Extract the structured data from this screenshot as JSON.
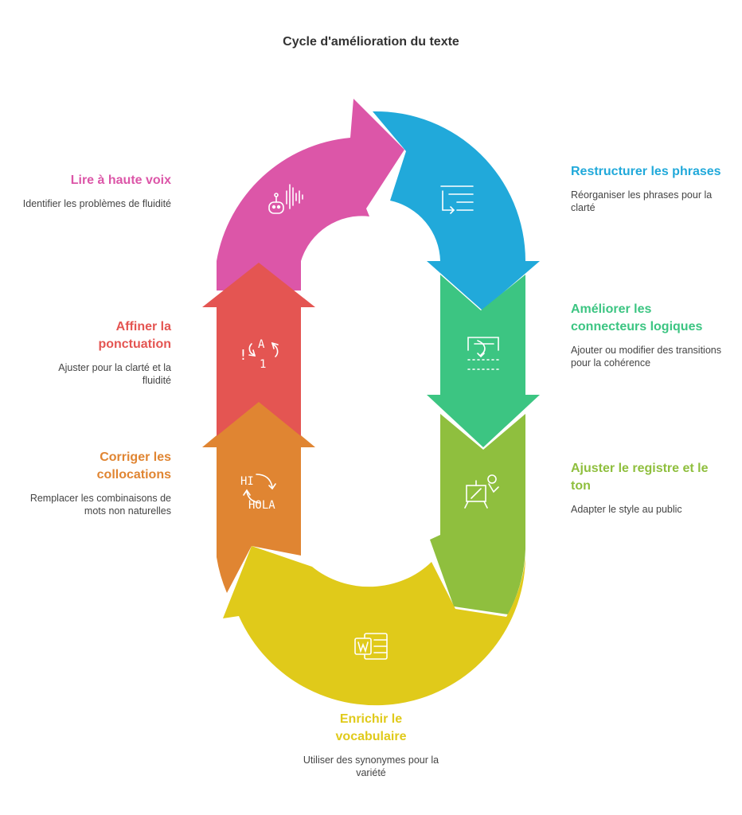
{
  "title": "Cycle d'amélioration du texte",
  "steps": [
    {
      "heading": "Lire à haute voix",
      "desc": "Identifier les problèmes de fluidité",
      "color": "#DC56A8",
      "icon": "robot-sound-icon"
    },
    {
      "heading": "Restructurer les phrases",
      "desc": "Réorganiser les phrases pour la clarté",
      "color": "#21A9DA",
      "icon": "text-reorder-icon"
    },
    {
      "heading": "Améliorer les connecteurs logiques",
      "desc": "Ajouter ou modifier des transitions pour la cohérence",
      "color": "#3CC582",
      "icon": "connector-frame-icon"
    },
    {
      "heading": "Ajuster le registre et le ton",
      "desc": "Adapter le style au public",
      "color": "#8FBF3E",
      "icon": "presentation-board-icon"
    },
    {
      "heading": "Enrichir le vocabulaire",
      "desc": "Utiliser des synonymes pour la variété",
      "color": "#E0CA1A",
      "icon": "word-document-icon"
    },
    {
      "heading": "Corriger les collocations",
      "desc": "Remplacer les combinaisons de mots non naturelles",
      "color": "#E08532",
      "icon": "translate-hi-hola-icon"
    },
    {
      "heading": "Affiner la ponctuation",
      "desc": "Ajuster pour la clarté et la fluidité",
      "color": "#E45552",
      "icon": "punctuation-icon"
    }
  ],
  "icon_text": {
    "hi": "HI",
    "hola": "HOLA",
    "letter_a": "A",
    "digit_1": "1",
    "excl": "!"
  }
}
